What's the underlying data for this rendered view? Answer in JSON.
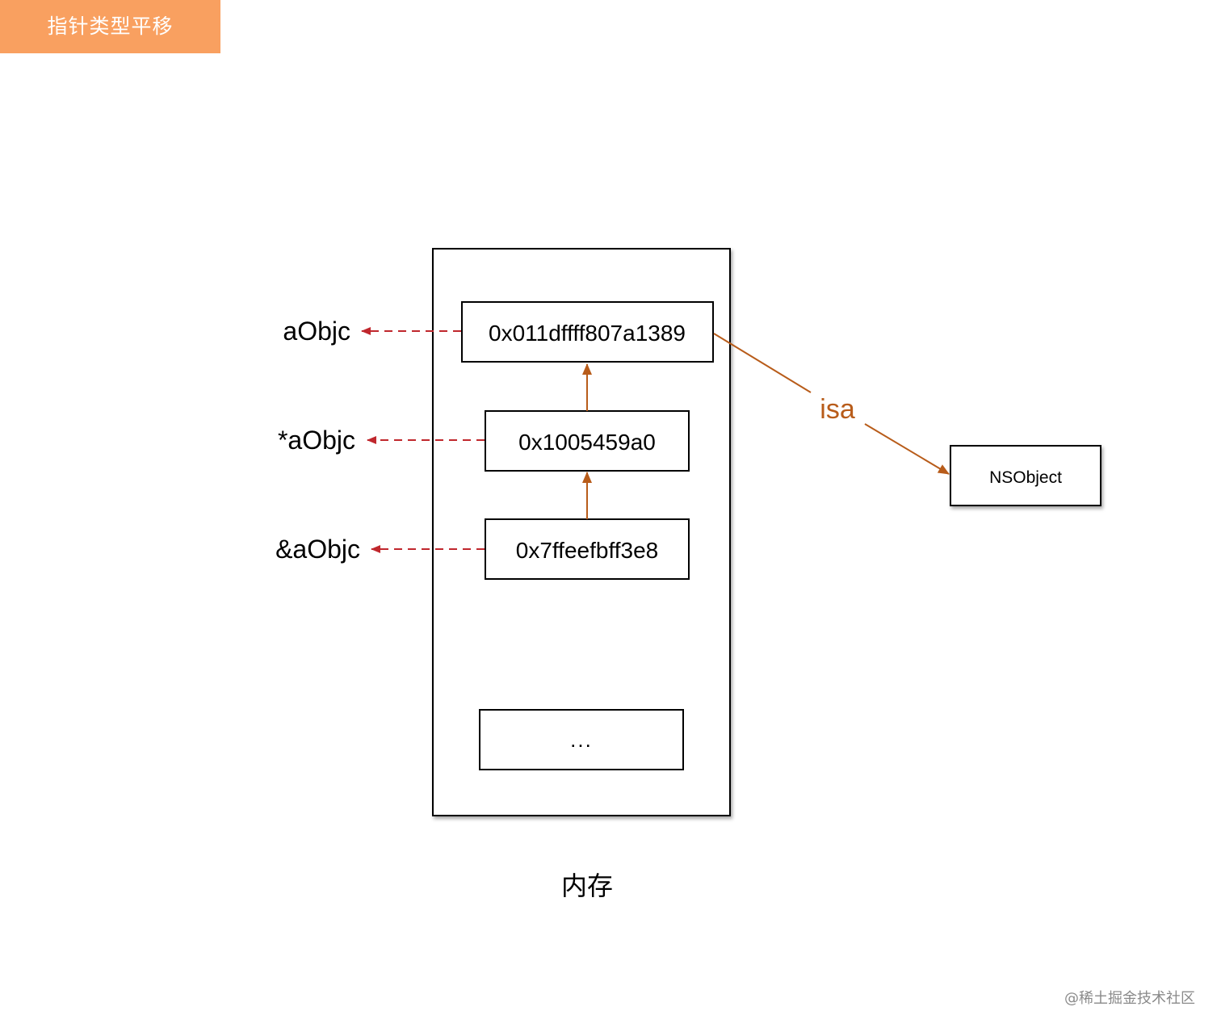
{
  "header": {
    "title": "指针类型平移"
  },
  "diagram": {
    "colors": {
      "dashed_arrow": "#c0272d",
      "solid_arrow": "#b85c1a",
      "box_border": "#000000",
      "title_bg": "#f9a060"
    },
    "memory_label": "内存",
    "memory_cells": [
      "0x011dffff807a1389",
      "0x1005459a0",
      "0x7ffeefbff3e8",
      "..."
    ],
    "variable_labels": [
      "aObjc",
      "*aObjc",
      "&aObjc"
    ],
    "isa_label": "isa",
    "class_box": "NSObject"
  },
  "watermark": "@稀土掘金技术社区"
}
